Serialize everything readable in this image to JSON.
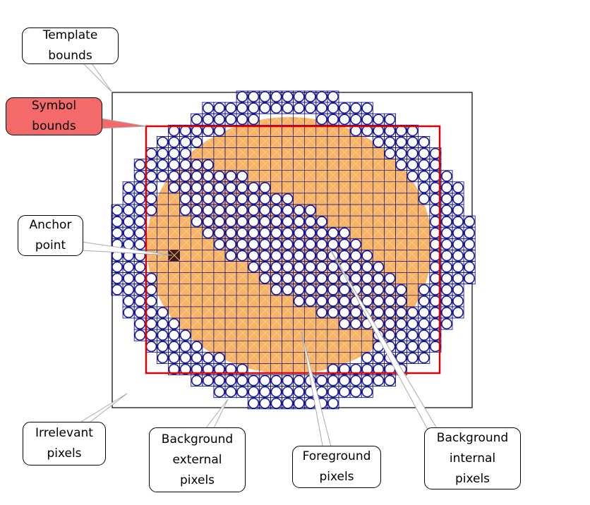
{
  "labels": {
    "template_bounds": "Template\nbounds",
    "symbol_bounds": "Symbol\nbounds",
    "anchor_point": "Anchor\npoint",
    "irrelevant_pixels": "Irrelevant\npixels",
    "background_external_pixels": "Background\nexternal\npixels",
    "foreground_pixels": "Foreground\npixels",
    "background_internal_pixels": "Background\ninternal\npixels"
  },
  "colors": {
    "template_border": "#000000",
    "symbol_border": "#dd0000",
    "foreground_fill": "#f7b36a",
    "foreground_hatch": "#e6c07a",
    "circle_stroke": "#1a1a99",
    "circle_fill": "#ffffff",
    "cell_stroke": "#00007a",
    "anchor_fill": "#3a1a1a",
    "highlight_callout": "#f46a6a"
  }
}
